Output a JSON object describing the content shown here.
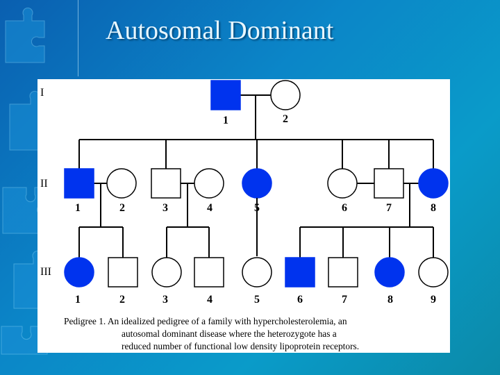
{
  "title": "Autosomal Dominant",
  "colors": {
    "affected": "#0033ee",
    "line": "#000000"
  },
  "pedigree": {
    "generations": [
      "I",
      "II",
      "III"
    ],
    "gen1": [
      {
        "label": "1",
        "sex": "male",
        "affected": true
      },
      {
        "label": "2",
        "sex": "female",
        "affected": false
      }
    ],
    "gen2": [
      {
        "label": "1",
        "sex": "male",
        "affected": true
      },
      {
        "label": "2",
        "sex": "female",
        "affected": false
      },
      {
        "label": "3",
        "sex": "male",
        "affected": false
      },
      {
        "label": "4",
        "sex": "female",
        "affected": false
      },
      {
        "label": "5",
        "sex": "female",
        "affected": true
      },
      {
        "label": "6",
        "sex": "female",
        "affected": false
      },
      {
        "label": "7",
        "sex": "male",
        "affected": false
      },
      {
        "label": "8",
        "sex": "female",
        "affected": true
      }
    ],
    "gen3": [
      {
        "label": "1",
        "sex": "female",
        "affected": true
      },
      {
        "label": "2",
        "sex": "male",
        "affected": false
      },
      {
        "label": "3",
        "sex": "female",
        "affected": false
      },
      {
        "label": "4",
        "sex": "male",
        "affected": false
      },
      {
        "label": "5",
        "sex": "female",
        "affected": false
      },
      {
        "label": "6",
        "sex": "male",
        "affected": true
      },
      {
        "label": "7",
        "sex": "male",
        "affected": false
      },
      {
        "label": "8",
        "sex": "female",
        "affected": true
      },
      {
        "label": "9",
        "sex": "female",
        "affected": false
      }
    ]
  },
  "caption": {
    "line1": "Pedigree 1. An idealized pedigree of a family with hypercholesterolemia, an",
    "line2": "autosomal dominant disease where the heterozygote has a",
    "line3": "reduced number of functional low density lipoprotein receptors."
  }
}
